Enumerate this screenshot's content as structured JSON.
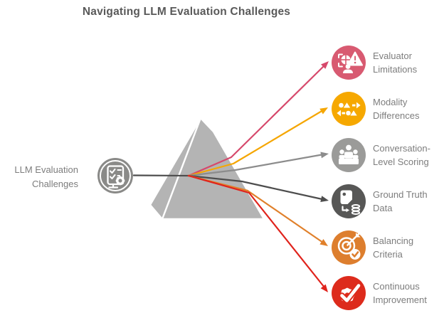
{
  "title": "Navigating LLM Evaluation Challenges",
  "colors": {
    "background": "#ffffff",
    "title_text": "#595959",
    "label_text": "#7d7d7d",
    "prism_fill": "#b4b4b4",
    "prism_stroke": "#ffffff",
    "input_line": "#4d4d4d"
  },
  "source": {
    "label_line1": "LLM Evaluation",
    "label_line2": "Challenges",
    "icon": "checklist-gear-icon",
    "color": "#8a8a88"
  },
  "items": [
    {
      "label_line1": "Evaluator",
      "label_line2": "Limitations",
      "icon": "scale-warning-icon",
      "color": "#d85a71",
      "ray_color": "#d6486b"
    },
    {
      "label_line1": "Modality",
      "label_line2": "Differences",
      "icon": "shapes-arrows-icon",
      "color": "#f6a800",
      "ray_color": "#f5a602"
    },
    {
      "label_line1": "Conversation-",
      "label_line2": "Level Scoring",
      "icon": "podium-people-icon",
      "color": "#9b9b99",
      "ray_color": "#8c8c8c"
    },
    {
      "label_line1": "Ground Truth",
      "label_line2": "Data",
      "icon": "document-database-icon",
      "color": "#575756",
      "ray_color": "#4d4d4d"
    },
    {
      "label_line1": "Balancing",
      "label_line2": "Criteria",
      "icon": "target-check-icon",
      "color": "#dd7e2e",
      "ray_color": "#e0802b"
    },
    {
      "label_line1": "Continuous",
      "label_line2": "Improvement",
      "icon": "gear-check-icon",
      "color": "#dd2b1c",
      "ray_color": "#e0231c"
    }
  ]
}
